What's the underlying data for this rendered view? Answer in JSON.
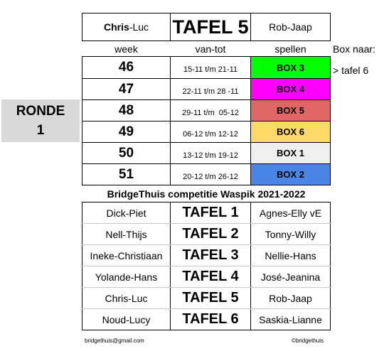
{
  "header": {
    "left_bold": "Chris",
    "left_rest": "-Luc",
    "center": "TAFEL 5",
    "right": "Rob-Jaap"
  },
  "columns": {
    "week": "week",
    "range": "van-tot",
    "games": "spellen",
    "box_naar": "Box naar:",
    "box_naar_value": "> tafel 6"
  },
  "ronde": {
    "label": "RONDE",
    "number": "1"
  },
  "schedule": [
    {
      "week": "46",
      "range": "15-11 t/m 21-11",
      "box": "BOX 3",
      "color": "#00ff00"
    },
    {
      "week": "47",
      "range": "22-11 t/m 28 -11",
      "box": "BOX 4",
      "color": "#ff00ff"
    },
    {
      "week": "48",
      "range": "29-11 t/m  05-12",
      "box": "BOX 5",
      "color": "#e06666"
    },
    {
      "week": "49",
      "range": "06-12 t/m 12-12",
      "box": "BOX 6",
      "color": "#ffd966"
    },
    {
      "week": "50",
      "range": "13-12 t/m 19-12",
      "box": "BOX 1",
      "color": "#efefef"
    },
    {
      "week": "51",
      "range": "20-12 t/m 26-12",
      "box": "BOX 2",
      "color": "#4a86e8"
    }
  ],
  "competition_title": "BridgeThuis competitie Waspik 2021-2022",
  "tables": [
    {
      "left": "Dick-Piet",
      "tafel": "TAFEL 1",
      "right": "Agnes-Elly vE"
    },
    {
      "left": "Nell-Thijs",
      "tafel": "TAFEL 2",
      "right": "Tonny-Willy"
    },
    {
      "left": "Ineke-Christiaan",
      "tafel": "TAFEL 3",
      "right": "Nellie-Hans"
    },
    {
      "left": "Yolande-Hans",
      "tafel": "TAFEL 4",
      "right": "José-Jeanina"
    },
    {
      "left": "Chris-Luc",
      "tafel": "TAFEL 5",
      "right": "Rob-Jaap"
    },
    {
      "left": "Noud-Lucy",
      "tafel": "TAFEL 6",
      "right": "Saskia-Lianne"
    }
  ],
  "footer": {
    "email": "bridgethuis@gmail.com",
    "copyright": "©bridgethuis"
  }
}
